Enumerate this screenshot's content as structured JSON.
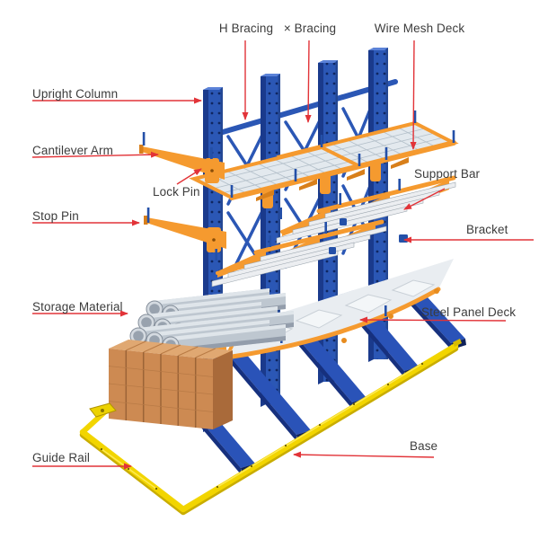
{
  "meta": {
    "description": "Labeled isometric diagram of a double-sided cantilever racking system on a guide rail",
    "background": "#ffffff"
  },
  "colors": {
    "page-bg": "#ffffff",
    "column-blue": "#2b57b5",
    "column-blue-dark": "#1a3a8c",
    "arm-orange": "#f59a2f",
    "rail-yellow": "#f2d500",
    "base-blue": "#2a53b8",
    "mesh-grey": "#e3e9ee",
    "panel-grey": "#e9edf1",
    "pipe-grey": "#bec7d0",
    "lumber-brown": "#cd8a52",
    "leader-red": "#e23338",
    "label-text": "#3c3c3c"
  },
  "labels": [
    {
      "id": "h-bracing",
      "text": "H Bracing"
    },
    {
      "id": "x-bracing",
      "text": "× Bracing"
    },
    {
      "id": "wire-mesh-deck",
      "text": "Wire Mesh Deck"
    },
    {
      "id": "upright-column",
      "text": "Upright Column"
    },
    {
      "id": "cantilever-arm",
      "text": "Cantilever Arm"
    },
    {
      "id": "lock-pin",
      "text": "Lock Pin"
    },
    {
      "id": "stop-pin",
      "text": "Stop Pin"
    },
    {
      "id": "support-bar",
      "text": "Support Bar"
    },
    {
      "id": "bracket",
      "text": "Bracket"
    },
    {
      "id": "storage-material",
      "text": "Storage Material"
    },
    {
      "id": "steel-panel-deck",
      "text": "Steel Panel Deck"
    },
    {
      "id": "guide-rail",
      "text": "Guide Rail"
    },
    {
      "id": "base",
      "text": "Base"
    }
  ]
}
